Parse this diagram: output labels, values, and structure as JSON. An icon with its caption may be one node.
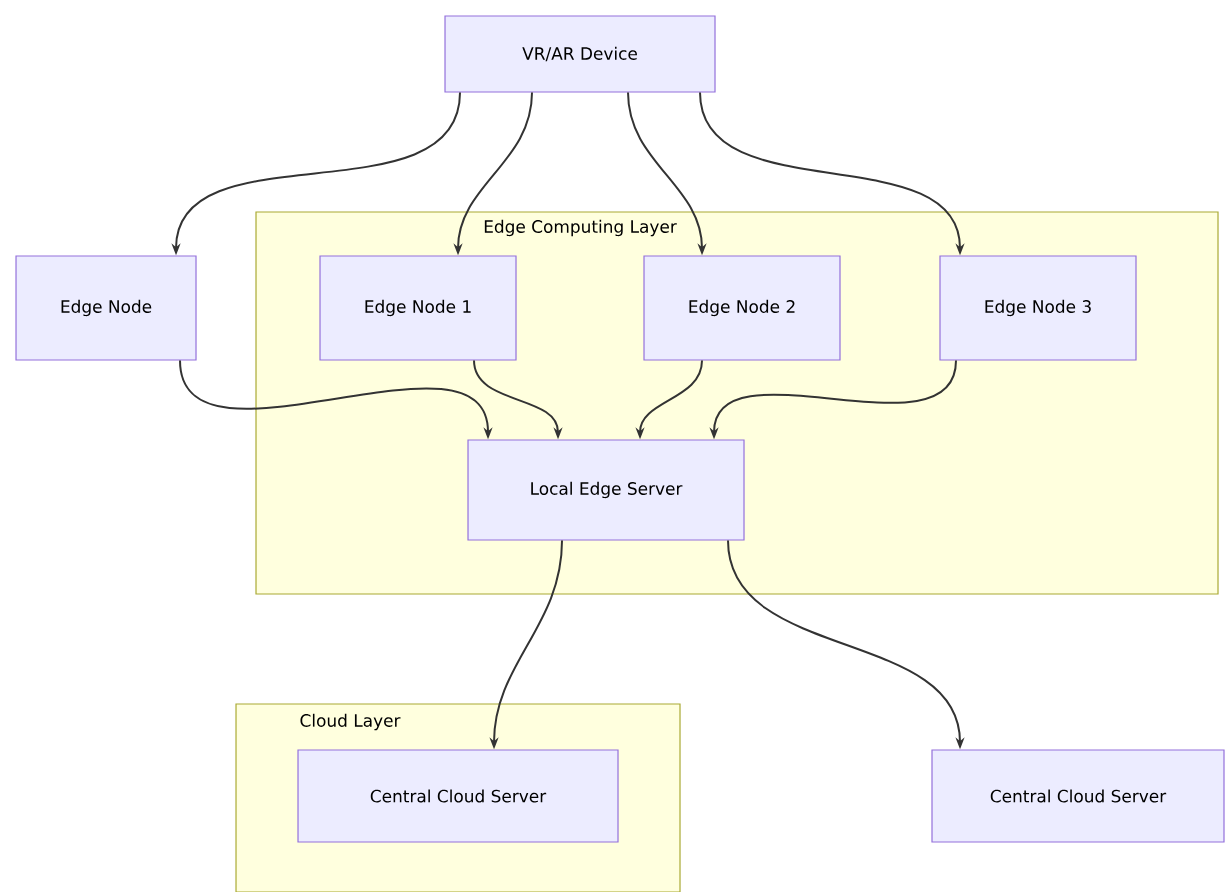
{
  "diagram": {
    "nodes": [
      {
        "text": [
          "VR/AR Device"
        ]
      },
      {
        "text": [
          "Edge Node"
        ]
      },
      {
        "text": [
          "Edge Computing Layer"
        ]
      },
      {
        "text": [
          "Edge Node 1"
        ],
        "in": 2
      },
      {
        "text": [
          "Edge Node 2"
        ],
        "in": 2
      },
      {
        "text": [
          "Edge Node 3"
        ],
        "in": 2
      },
      {
        "text": [
          "Local Edge Server"
        ],
        "in": 2
      },
      {
        "text": [
          "Cloud Layer"
        ]
      },
      {
        "text": [
          "Central Cloud Server"
        ],
        "in": 7
      },
      {
        "text": [
          "Central Cloud Server"
        ]
      }
    ],
    "edges": [
      {
        "from": 0,
        "to": 1,
        "arrow": "to"
      },
      {
        "from": 0,
        "to": 3,
        "arrow": "to"
      },
      {
        "from": 0,
        "to": 4,
        "arrow": "to"
      },
      {
        "from": 0,
        "to": 5,
        "arrow": "to"
      },
      {
        "from": 1,
        "to": 6,
        "arrow": "to"
      },
      {
        "from": 3,
        "to": 6,
        "arrow": "to"
      },
      {
        "from": 4,
        "to": 6,
        "arrow": "to"
      },
      {
        "from": 5,
        "to": 6,
        "arrow": "to"
      },
      {
        "from": 6,
        "to": 8,
        "arrow": "to"
      },
      {
        "from": 6,
        "to": 9,
        "arrow": "to"
      }
    ]
  }
}
